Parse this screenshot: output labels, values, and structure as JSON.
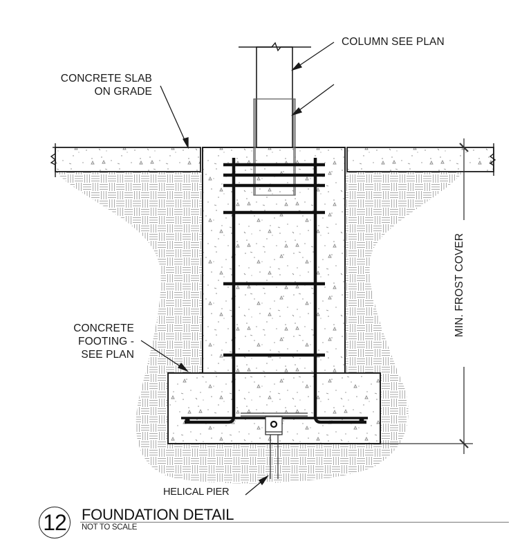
{
  "drawing": {
    "type": "structural-section-detail",
    "labels": {
      "column": "COLUMN SEE PLAN",
      "slab": "CONCRETE SLAB ON GRADE",
      "slab_line1": "CONCRETE SLAB",
      "slab_line2": "ON GRADE",
      "footing_line1": "CONCRETE",
      "footing_line2": "FOOTING -",
      "footing_line3": "SEE PLAN",
      "helical_pier": "HELICAL PIER",
      "frost_dimension": "MIN. FROST COVER"
    },
    "title_block": {
      "detail_number": "12",
      "title": "FOUNDATION DETAIL",
      "scale": "NOT TO SCALE"
    },
    "hatches": {
      "concrete": "stipple-triangles",
      "soil": "basket-weave"
    },
    "colors": {
      "line": "#1a1a1a",
      "hatch": "#9a9a9a",
      "background": "#ffffff"
    }
  }
}
